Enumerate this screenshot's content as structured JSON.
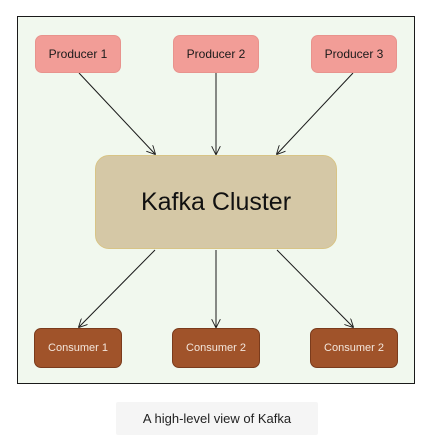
{
  "diagram": {
    "producers": [
      {
        "label": "Producer 1"
      },
      {
        "label": "Producer 2"
      },
      {
        "label": "Producer 3"
      }
    ],
    "cluster": {
      "label": "Kafka Cluster"
    },
    "consumers": [
      {
        "label": "Consumer 1"
      },
      {
        "label": "Consumer 2"
      },
      {
        "label": "Consumer 2"
      }
    ]
  },
  "caption": "A high-level view of Kafka",
  "colors": {
    "background": "#f1f8ee",
    "producer_fill": "#f29d97",
    "cluster_fill": "#d5c8a6",
    "consumer_fill": "#a0532a",
    "edge": "#1a1a1a"
  }
}
